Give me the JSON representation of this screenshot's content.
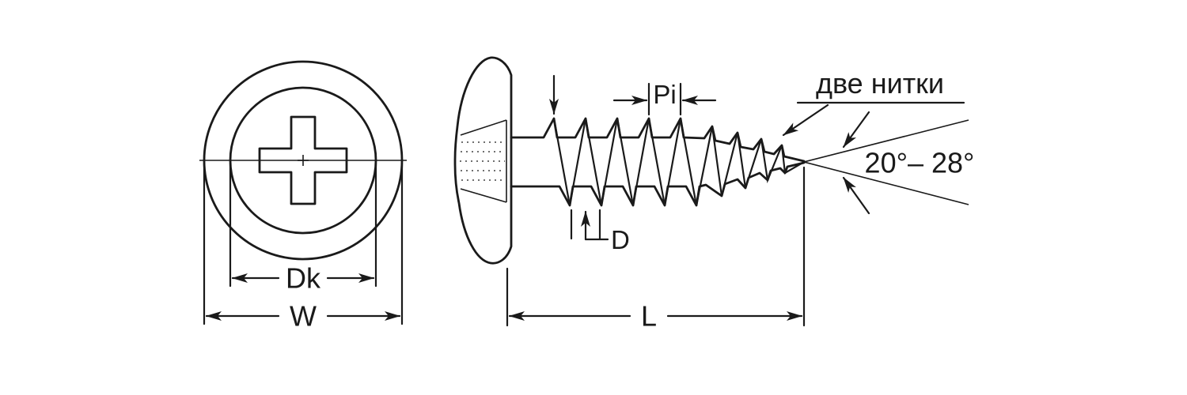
{
  "canvas": {
    "background": "#ffffff",
    "ink": "#1a1a1a",
    "subject": "self-tapping screw with press washer head, technical dimension drawing"
  },
  "front_view": {
    "dk_label": "Dk",
    "w_label": "W"
  },
  "side_view": {
    "pitch_label": "Pi",
    "diameter_label": "D",
    "length_label": "L",
    "two_threads_label": "две нитки",
    "tip_angle_label": "20°– 28°"
  }
}
